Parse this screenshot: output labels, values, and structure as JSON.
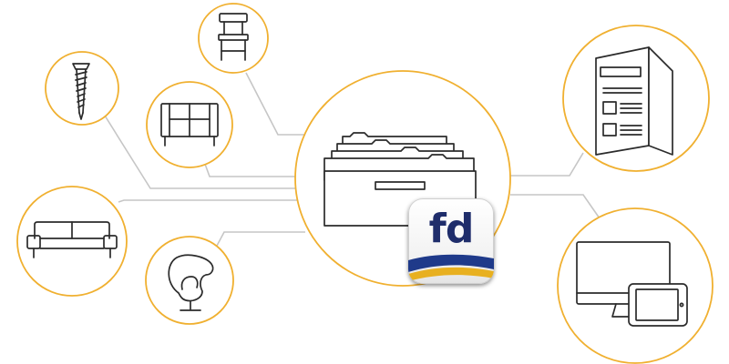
{
  "logo": {
    "text": "fd",
    "text_color": "#1f2d6b",
    "swoosh_blue": "#1f3a8a",
    "swoosh_gold": "#e8b020"
  },
  "colors": {
    "ring": "#f0b030",
    "connector": "#c6c6c6",
    "icon_stroke": "#2b2b2b"
  },
  "nodes": [
    {
      "id": "center",
      "icon": "filing-cabinet-icon"
    },
    {
      "id": "chair",
      "icon": "chair-icon"
    },
    {
      "id": "screw",
      "icon": "screw-icon"
    },
    {
      "id": "cabinet",
      "icon": "sideboard-icon"
    },
    {
      "id": "sofa",
      "icon": "sofa-icon"
    },
    {
      "id": "egg-chair",
      "icon": "egg-chair-icon"
    },
    {
      "id": "brochure",
      "icon": "brochure-icon"
    },
    {
      "id": "devices",
      "icon": "monitor-tablet-icon"
    }
  ]
}
